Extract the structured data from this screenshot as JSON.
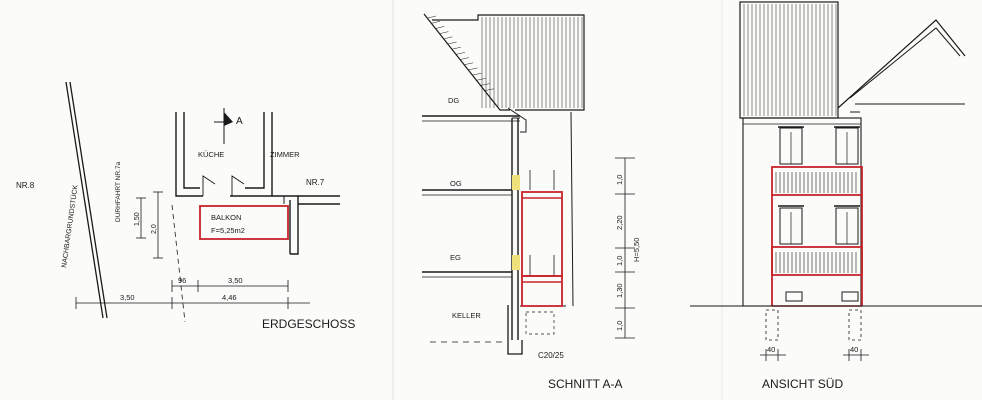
{
  "plan": {
    "title": "ERDGESCHOSS",
    "neighbor_left": "NR.8",
    "neighbor_right": "NR.7",
    "boundary_label": "NACHBARGRUNDSTÜCK",
    "driveway_label": "DURHFAHRT NR.7a",
    "room_kitchen": "KÜCHE",
    "room_bedroom": "ZIMMER",
    "section_marker": "A",
    "balcony_name": "BALKON",
    "balcony_area": "F=5,25m2",
    "dims": {
      "depth_inner": "1,50",
      "depth_outer": "2,0",
      "width_offset": "96",
      "width_inner": "3,50",
      "width_total": "4,46",
      "dist_boundary": "3,50"
    }
  },
  "section": {
    "title": "SCHNITT A-A",
    "floors": {
      "dg": "DG",
      "og": "OG",
      "eg": "EG",
      "keller": "KELLER"
    },
    "foundation": "C20/25",
    "dims": {
      "d1": "1,0",
      "d2": "2,20",
      "d3": "1,0",
      "d4": "1,30",
      "d5": "1,0",
      "height_total": "H=5,50"
    }
  },
  "elevation": {
    "title": "ANSICHT SÜD",
    "foot_left": "40",
    "foot_right": "40"
  },
  "colors": {
    "ink": "#1a1a1a",
    "balcony_red": "#c8242b",
    "accent_yellow": "#f0e27a"
  }
}
